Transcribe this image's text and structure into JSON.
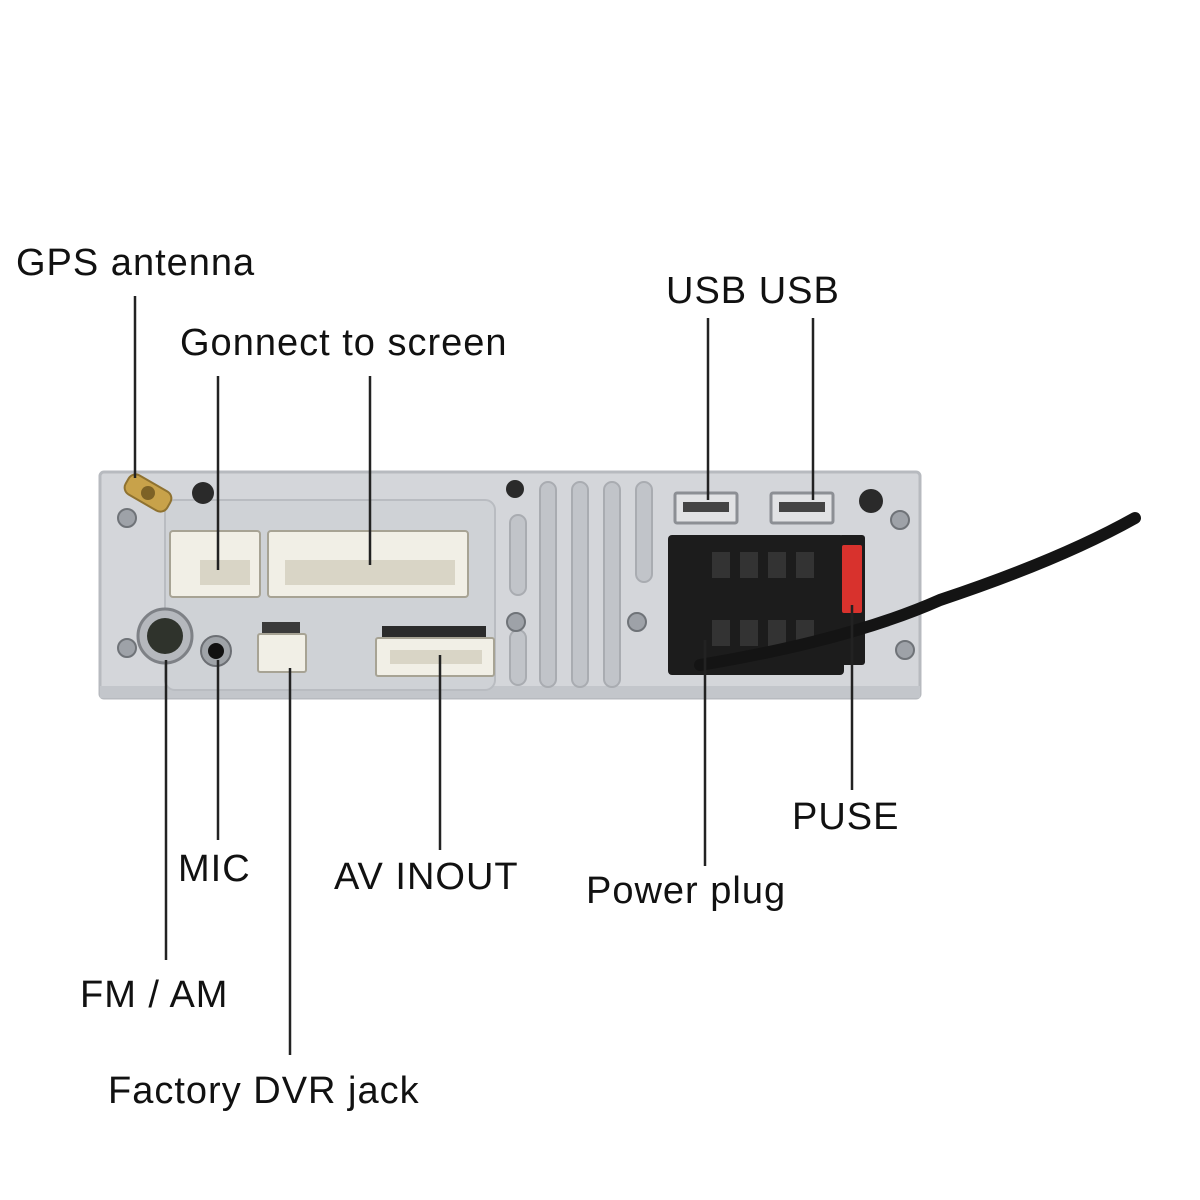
{
  "labels": {
    "gps_antenna": "GPS antenna",
    "connect_to_screen": "Gonnect to screen",
    "usb": "USB USB",
    "mic": "MIC",
    "fm_am": "FM / AM",
    "av_inout": "AV INOUT",
    "power_plug": "Power plug",
    "fuse": "PUSE",
    "factory_dvr_jack": "Factory DVR jack"
  },
  "colors": {
    "panel": "#d4d6da",
    "panel_edge": "#b7babf",
    "connector": "#f1efe6",
    "harness": "#1c1c1c",
    "fuse": "#d8322d",
    "antenna_gold": "#c8a24a",
    "leader_line": "#222222"
  }
}
